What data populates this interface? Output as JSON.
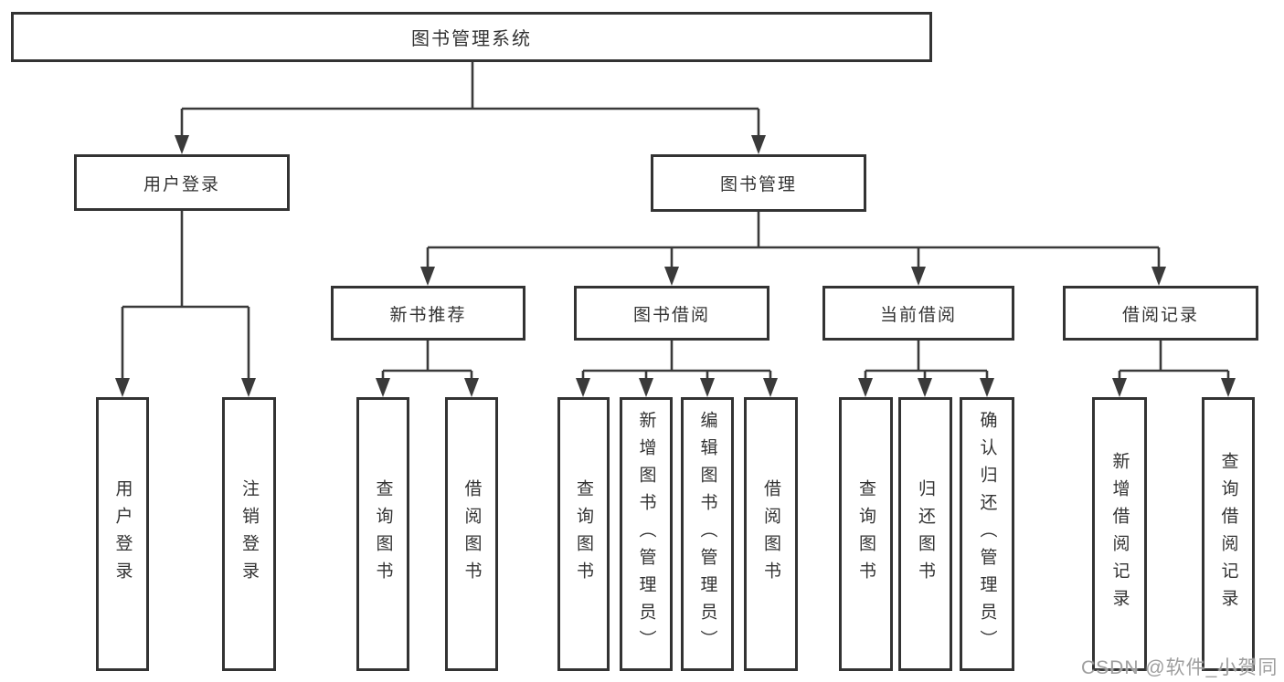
{
  "diagram": {
    "title": "图书管理系统",
    "watermark": "CSDN @软件_小贺同学",
    "colors": {
      "line": "#3a3a3a",
      "box_border": "#333333",
      "text": "#333333",
      "background": "#ffffff",
      "watermark": "#9e9e9e"
    },
    "nodes": {
      "root": {
        "label": "图书管理系统"
      },
      "user_login": {
        "label": "用户登录"
      },
      "book_mgmt": {
        "label": "图书管理"
      },
      "new_book_rec": {
        "label": "新书推荐"
      },
      "book_borrow": {
        "label": "图书借阅"
      },
      "current_borrow": {
        "label": "当前借阅"
      },
      "borrow_record": {
        "label": "借阅记录"
      },
      "leaf_user_login": {
        "label": "用户登录"
      },
      "leaf_logout": {
        "label": "注销登录"
      },
      "leaf_query_book_1": {
        "label": "查询图书"
      },
      "leaf_borrow_book_1": {
        "label": "借阅图书"
      },
      "leaf_query_book_2": {
        "label": "查询图书"
      },
      "leaf_add_book": {
        "label": "新增图书（管理员）"
      },
      "leaf_edit_book": {
        "label": "编辑图书（管理员）"
      },
      "leaf_borrow_book_2": {
        "label": "借阅图书"
      },
      "leaf_query_book_3": {
        "label": "查询图书"
      },
      "leaf_return_book": {
        "label": "归还图书"
      },
      "leaf_confirm_return": {
        "label": "确认归还（管理员）"
      },
      "leaf_add_record": {
        "label": "新增借阅记录"
      },
      "leaf_query_record": {
        "label": "查询借阅记录"
      }
    },
    "edges": {
      "root": [
        "用户登录",
        "图书管理"
      ],
      "用户登录": [
        "用户登录",
        "注销登录"
      ],
      "图书管理": [
        "新书推荐",
        "图书借阅",
        "当前借阅",
        "借阅记录"
      ],
      "新书推荐": [
        "查询图书",
        "借阅图书"
      ],
      "图书借阅": [
        "查询图书",
        "新增图书（管理员）",
        "编辑图书（管理员）",
        "借阅图书"
      ],
      "当前借阅": [
        "查询图书",
        "归还图书",
        "确认归还（管理员）"
      ],
      "借阅记录": [
        "新增借阅记录",
        "查询借阅记录"
      ]
    }
  }
}
